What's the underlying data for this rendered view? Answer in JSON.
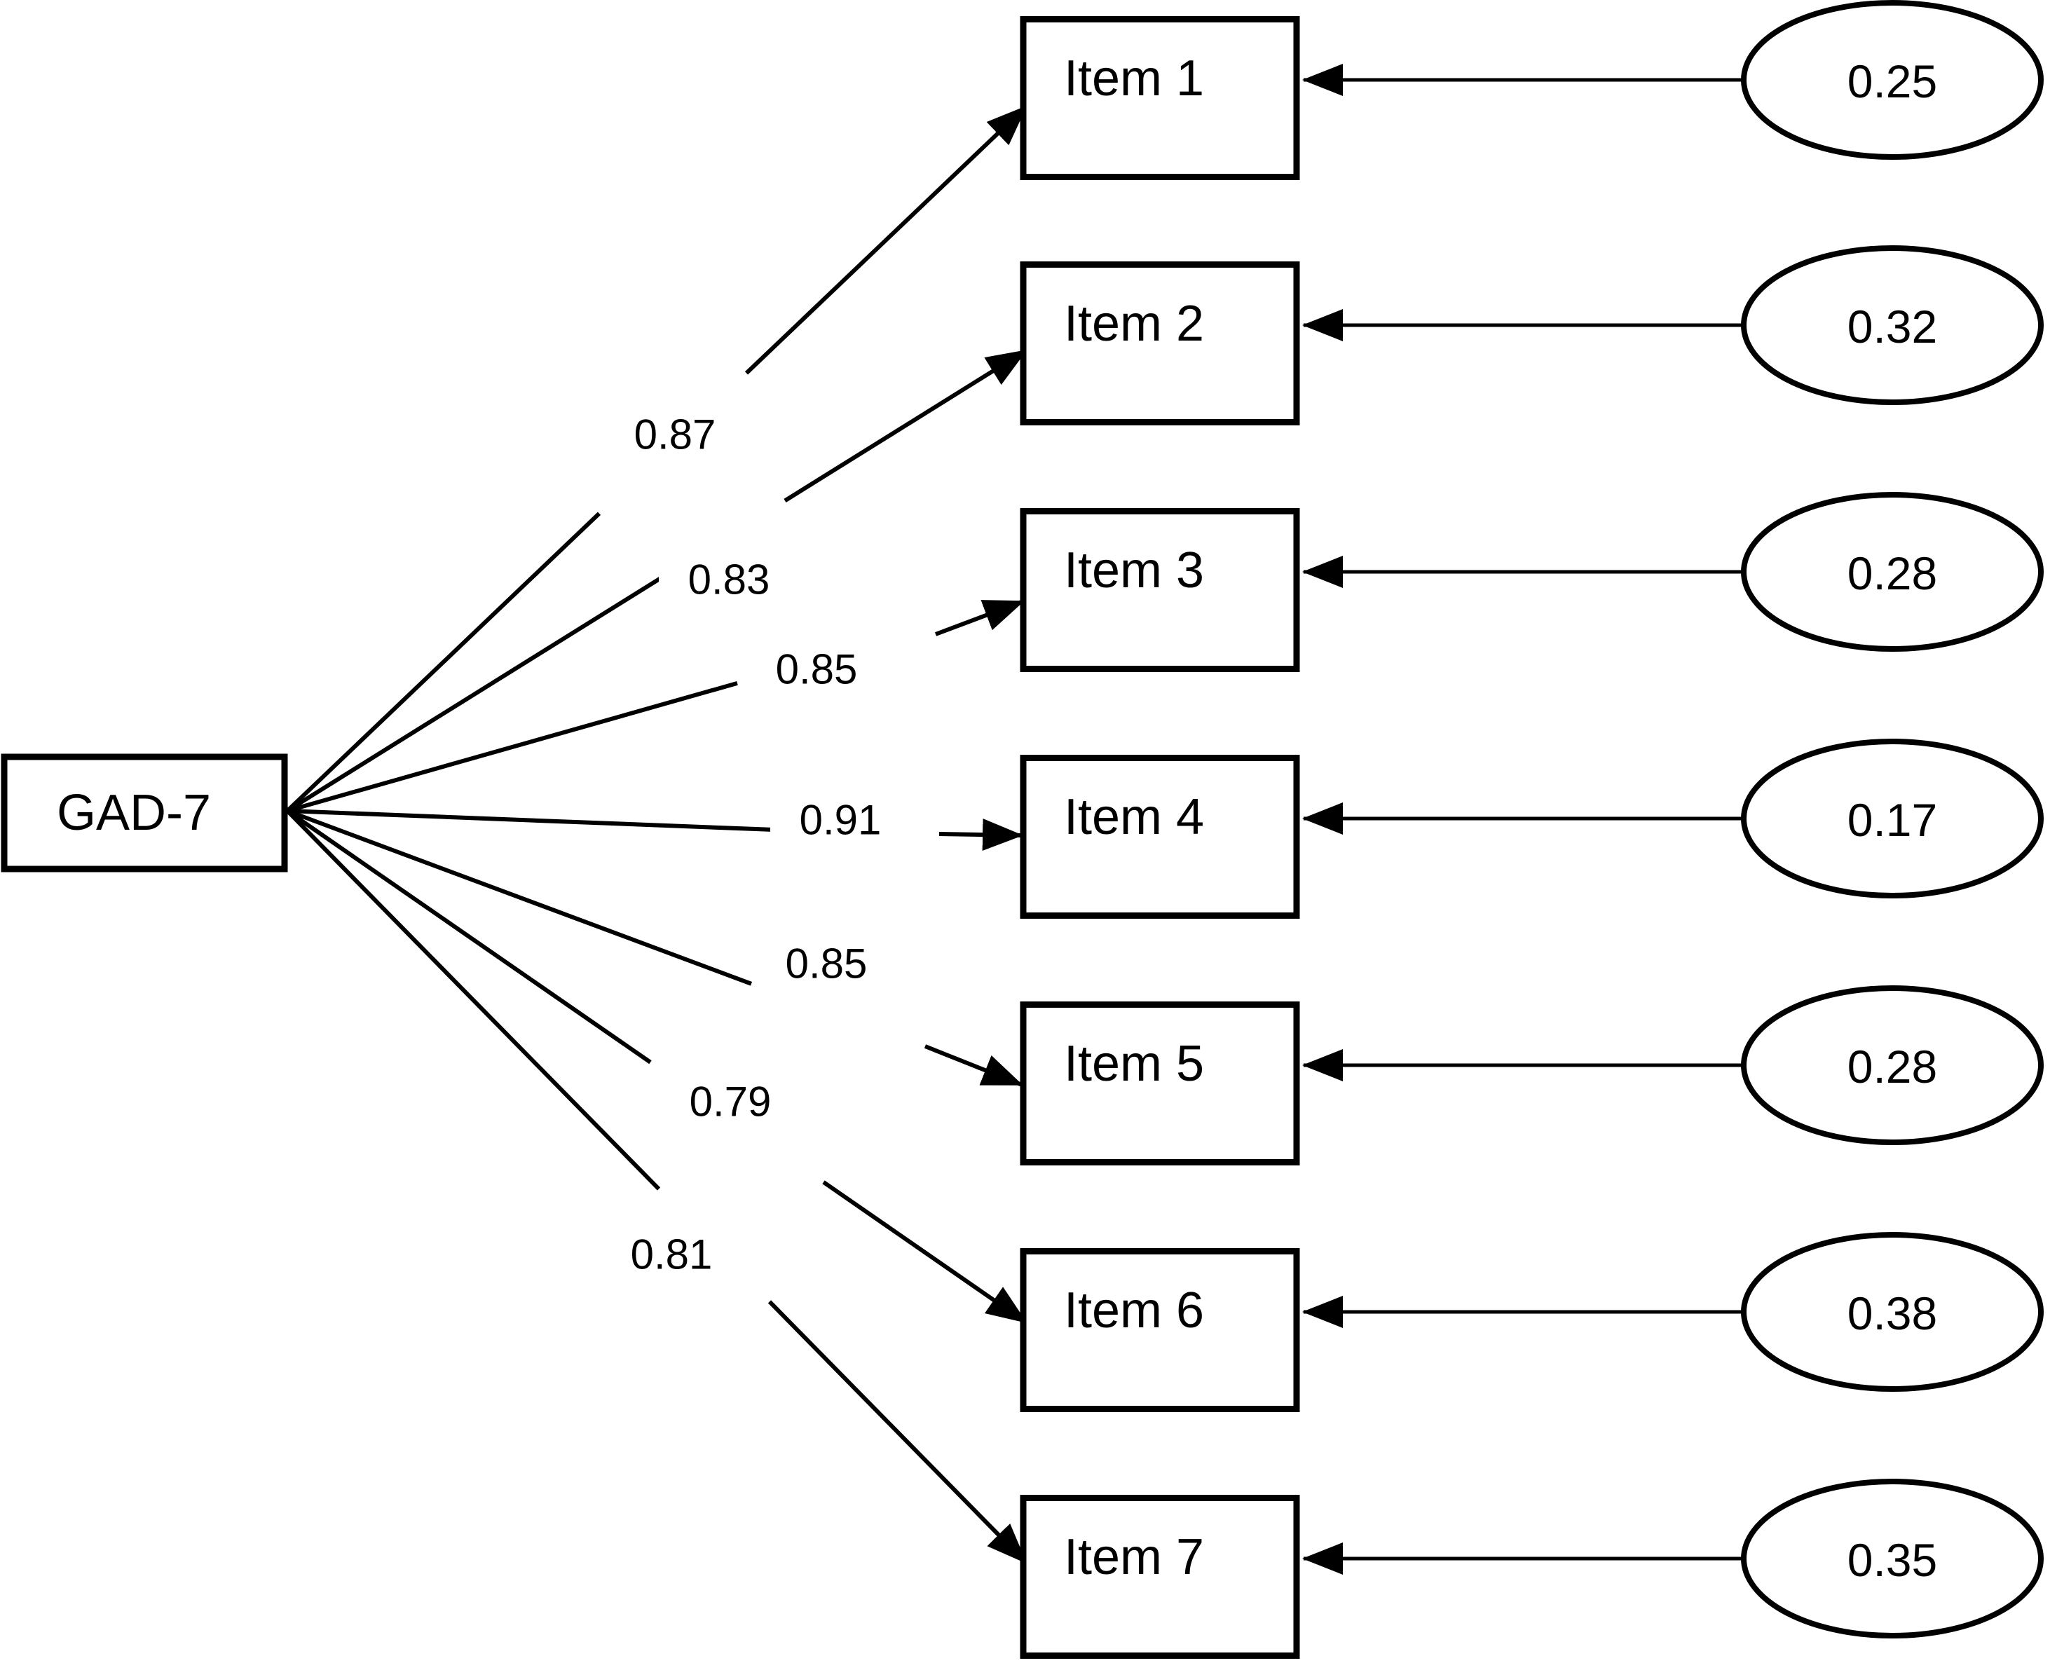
{
  "figure": {
    "factor": {
      "label": "GAD-7"
    },
    "items": [
      {
        "label": "Item 1",
        "loading": "0.87",
        "residual": "0.25"
      },
      {
        "label": "Item 2",
        "loading": "0.83",
        "residual": "0.32"
      },
      {
        "label": "Item 3",
        "loading": "0.85",
        "residual": "0.28"
      },
      {
        "label": "Item 4",
        "loading": "0.91",
        "residual": "0.17"
      },
      {
        "label": "Item 5",
        "loading": "0.85",
        "residual": "0.28"
      },
      {
        "label": "Item 6",
        "loading": "0.79",
        "residual": "0.38"
      },
      {
        "label": "Item 7",
        "loading": "0.81",
        "residual": "0.35"
      }
    ],
    "colors": {
      "stroke": "#000000",
      "background": "#ffffff",
      "text": "#000000"
    }
  }
}
